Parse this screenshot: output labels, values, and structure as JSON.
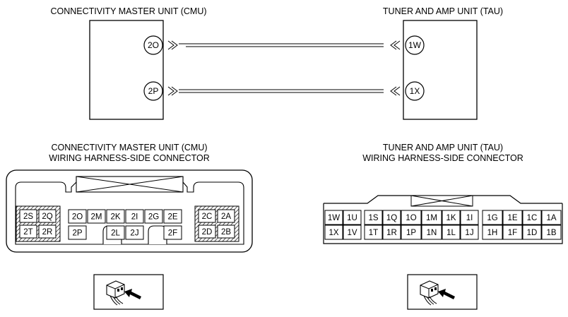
{
  "top": {
    "cmu_title": "CONNECTIVITY MASTER UNIT (CMU)",
    "tau_title": "TUNER AND AMP UNIT (TAU)",
    "wires": [
      {
        "from": "2O",
        "to": "1W"
      },
      {
        "from": "2P",
        "to": "1X"
      }
    ]
  },
  "cmu_connector": {
    "title_line1": "CONNECTIVITY MASTER UNIT (CMU)",
    "title_line2": "WIRING HARNESS-SIDE CONNECTOR",
    "left_block": {
      "row1": [
        "2S",
        "2Q"
      ],
      "row2": [
        "2T",
        "2R"
      ]
    },
    "middle_row1": [
      "2O",
      "2M",
      "2K",
      "2I",
      "2G",
      "2E"
    ],
    "middle_row2": [
      "2P",
      "",
      "2L",
      "2J",
      "",
      "2F"
    ],
    "right_block": {
      "row1": [
        "2C",
        "2A"
      ],
      "row2": [
        "2D",
        "2B"
      ]
    }
  },
  "tau_connector": {
    "title_line1": "TUNER AND AMP UNIT (TAU)",
    "title_line2": "WIRING HARNESS-SIDE CONNECTOR",
    "row1": [
      "1W",
      "1U",
      "1S",
      "1Q",
      "1O",
      "1M",
      "1K",
      "1I",
      "1G",
      "1E",
      "1C",
      "1A"
    ],
    "row2": [
      "1X",
      "1V",
      "1T",
      "1R",
      "1P",
      "1N",
      "1L",
      "1J",
      "1H",
      "1F",
      "1D",
      "1B"
    ]
  }
}
